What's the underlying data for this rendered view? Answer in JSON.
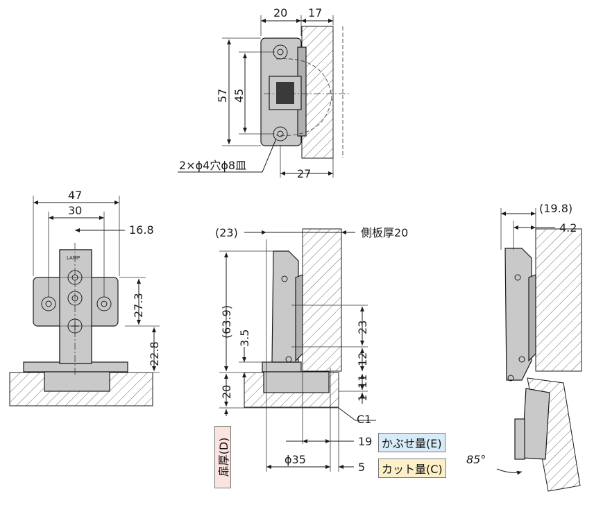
{
  "top_view": {
    "dim_20": "20",
    "dim_17": "17",
    "dim_57": "57",
    "dim_45": "45",
    "dim_27": "27",
    "hole_note": "2×ϕ4穴ϕ8皿"
  },
  "front_view": {
    "dim_47": "47",
    "dim_30": "30",
    "dim_16_8": "16.8",
    "dim_27_3": "27.3",
    "dim_22_8": "22.8"
  },
  "side_view": {
    "dim_23": "(23)",
    "side_panel": "側板厚20",
    "dim_63_9": "(63.9)",
    "dim_3_5": "3.5",
    "dim_23_v": "23",
    "dim_12": "12",
    "dim_20": "20",
    "dim_11": "11",
    "dim_1": "1",
    "chamfer": "C1",
    "dim_19": "19",
    "dim_35": "ϕ35",
    "dim_5": "5",
    "overlay_label": "かぶせ量(E)",
    "cut_label": "カット量(C)",
    "door_label": "扉厚(D)"
  },
  "open_view": {
    "dim_19_8": "(19.8)",
    "dim_4_2": "4.2",
    "angle": "85°"
  },
  "colors": {
    "part": "#c9c9c9",
    "overlay_box": "#d7ecf8",
    "cut_box": "#fbf0c8",
    "door_box": "#fbe3e0"
  }
}
